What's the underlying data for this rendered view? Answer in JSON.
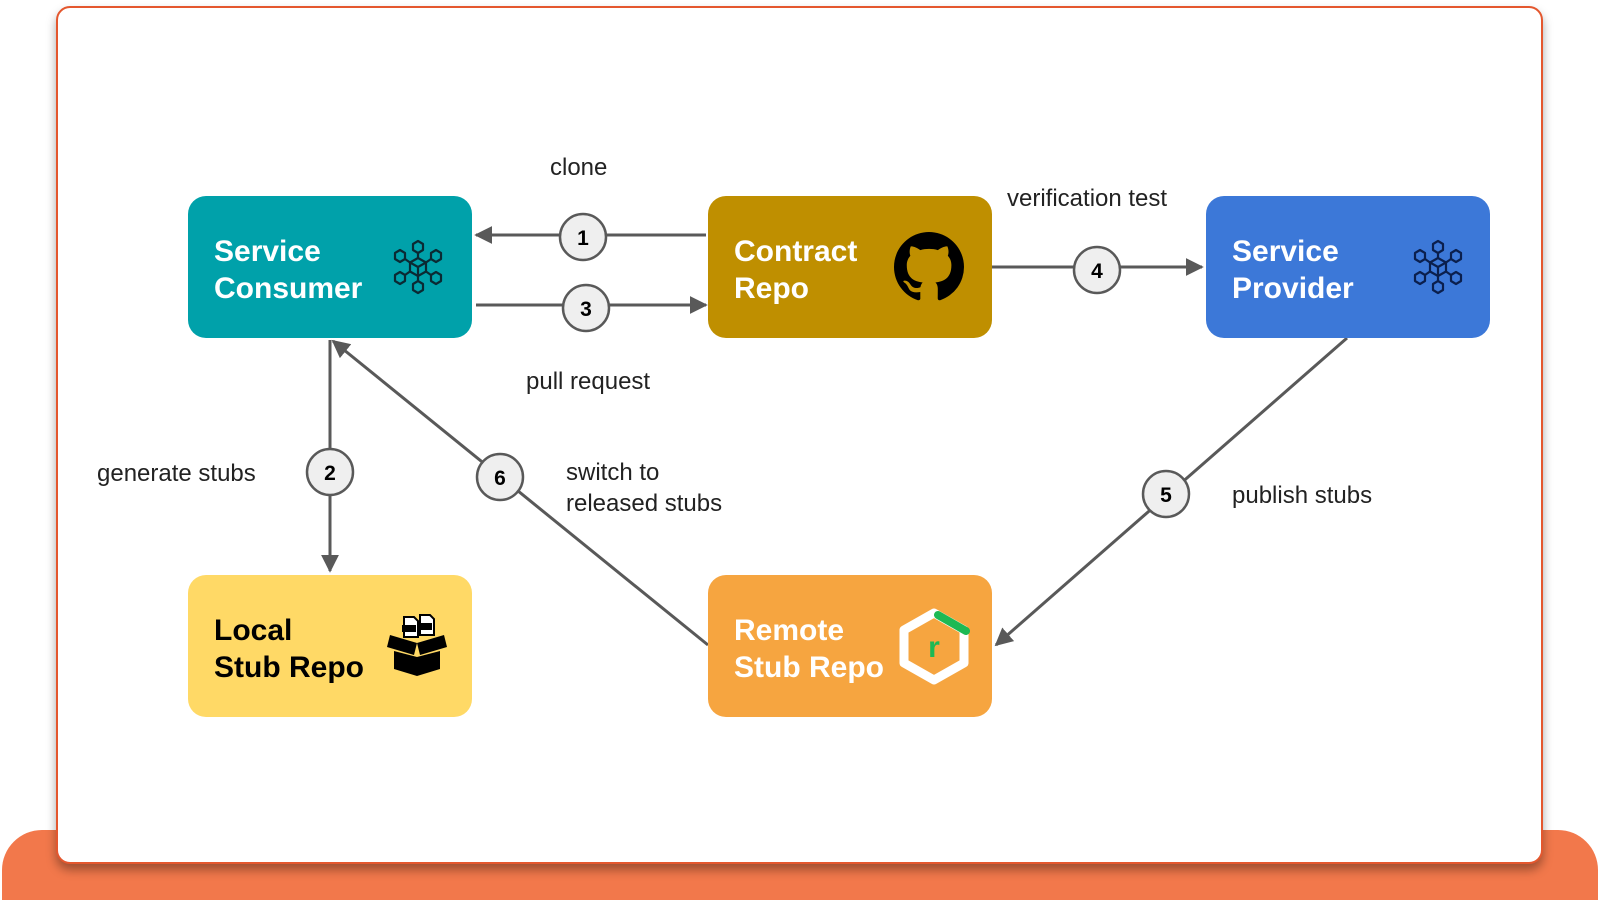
{
  "nodes": {
    "consumer": {
      "line1": "Service",
      "line2": "Consumer",
      "icon": "microservice-cube-icon",
      "color": "#00A1AA"
    },
    "contract": {
      "line1": "Contract",
      "line2": "Repo",
      "icon": "github-icon",
      "color": "#BF8F00"
    },
    "provider": {
      "line1": "Service",
      "line2": "Provider",
      "icon": "microservice-cube-icon",
      "color": "#3C78D8"
    },
    "local": {
      "line1": "Local",
      "line2": "Stub Repo",
      "icon": "jar-box-icon",
      "color": "#FFD966"
    },
    "remote": {
      "line1": "Remote",
      "line2": "Stub Repo",
      "icon": "nexus-repository-icon",
      "color": "#F6A540"
    }
  },
  "steps": [
    {
      "number": "1",
      "label": "clone"
    },
    {
      "number": "2",
      "label": "generate stubs"
    },
    {
      "number": "3",
      "label": "pull request"
    },
    {
      "number": "4",
      "label": "verification test"
    },
    {
      "number": "5",
      "label": "publish stubs"
    },
    {
      "number": "6",
      "label_line1": "switch to",
      "label_line2": "released stubs"
    }
  ],
  "colors": {
    "frame_border": "#E4572E",
    "base": "#F2784B",
    "arrow": "#595959",
    "badge_fill": "#EFEFEF"
  }
}
